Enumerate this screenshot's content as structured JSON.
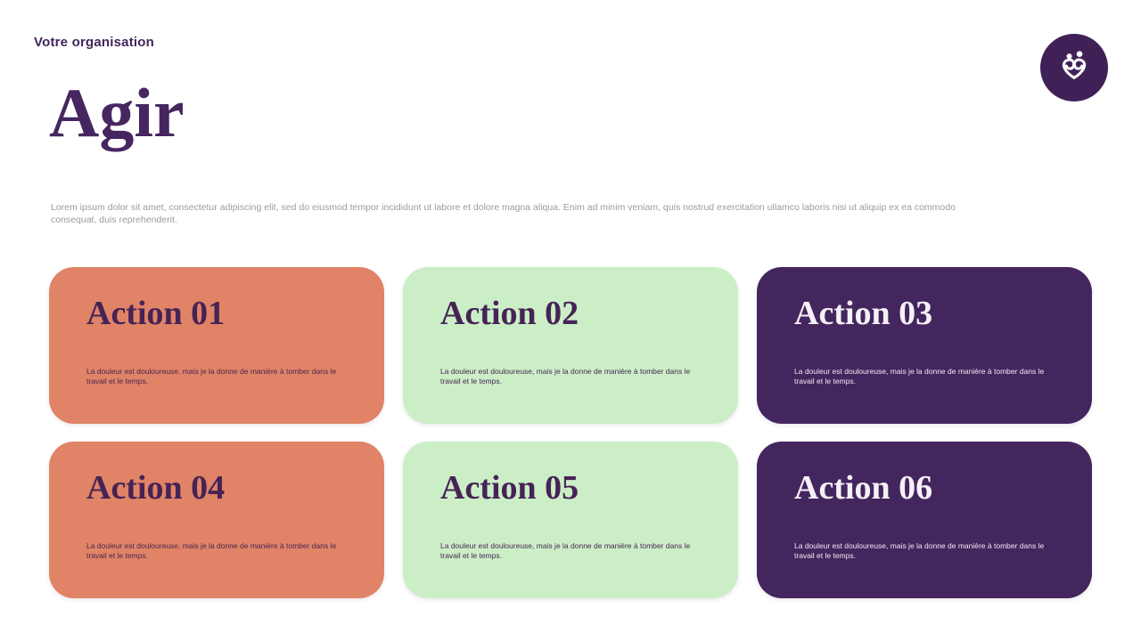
{
  "slide": {
    "org_label": "Votre organisation",
    "title": "Agir",
    "intro": "Lorem ipsum dolor sit amet, consectetur adipiscing elit, sed do eiusmod tempor incididunt ut labore et dolore magna aliqua. Enim ad minim veniam, quis nostrud exercitation ullamco laboris nisi ut aliquip ex ea commodo consequat, duis reprehenderit.",
    "logo_icon": "family-heart-icon"
  },
  "cards": [
    {
      "title": "Action 01",
      "body": "La douleur est douloureuse, mais je la donne de manière à tomber dans le travail et le temps.",
      "theme": "salmon"
    },
    {
      "title": "Action 02",
      "body": "La douleur est douloureuse, mais je la donne de manière à tomber dans le travail et le temps.",
      "theme": "green"
    },
    {
      "title": "Action 03",
      "body": "La douleur est douloureuse, mais je la donne de manière à tomber dans le travail et le temps.",
      "theme": "purple"
    },
    {
      "title": "Action 04",
      "body": "La douleur est douloureuse, mais je la donne de manière à tomber dans le travail et le temps.",
      "theme": "salmon"
    },
    {
      "title": "Action 05",
      "body": "La douleur est douloureuse, mais je la donne de manière à tomber dans le travail et le temps.",
      "theme": "green"
    },
    {
      "title": "Action 06",
      "body": "La douleur est douloureuse, mais je la donne de manière à tomber dans le travail et le temps.",
      "theme": "purple"
    }
  ],
  "colors": {
    "accent_purple": "#462660",
    "org_label_purple": "#41265B",
    "card_salmon_bg": "#E08366",
    "card_green_bg": "#CBEEC7",
    "card_purple_bg": "#44265E",
    "card_dark_text": "#4A2653",
    "card_light_text": "#F5F1F7",
    "intro_gray": "#9C9C9C",
    "logo_bg": "#3F2157",
    "background": "#FFFFFF"
  }
}
